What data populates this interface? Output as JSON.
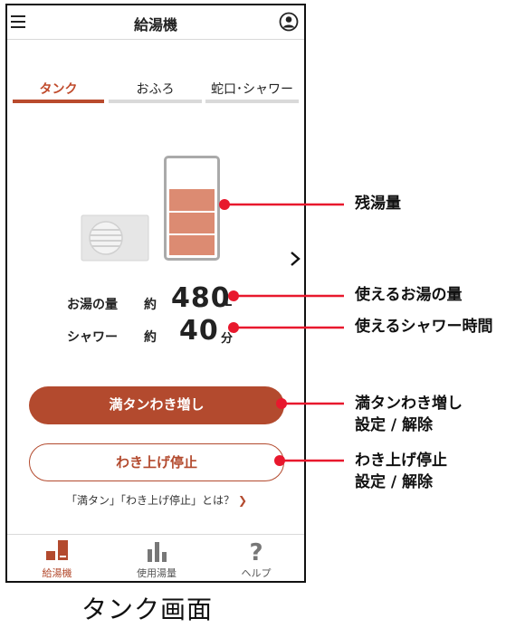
{
  "app": {
    "title": "給湯機"
  },
  "tabs": [
    {
      "label": "タンク",
      "active": true
    },
    {
      "label": "おふろ",
      "active": false
    },
    {
      "label": "蛇口･シャワー",
      "active": false
    }
  ],
  "tank": {
    "remaining_fraction": 0.7
  },
  "stats": {
    "hot_water": {
      "label": "お湯の量",
      "approx": "約",
      "value": "480",
      "unit": "L"
    },
    "shower": {
      "label": "シャワー",
      "approx": "約",
      "value": "40",
      "unit": "分"
    }
  },
  "buttons": {
    "full_tank": "満タンわき増し",
    "stop_heating": "わき上げ停止"
  },
  "help_link": "「満タン」「わき上げ停止」とは？",
  "bottom_nav": [
    {
      "label": "給湯機",
      "active": true
    },
    {
      "label": "使用湯量",
      "active": false
    },
    {
      "label": "ヘルプ",
      "active": false
    }
  ],
  "annotations": {
    "remaining": "残湯量",
    "usable_water": "使えるお湯の量",
    "shower_time": "使えるシャワー時間",
    "full_tank_line1": "満タンわき増し",
    "full_tank_line2": "設定 / 解除",
    "stop_line1": "わき上げ停止",
    "stop_line2": "設定 / 解除"
  },
  "caption": "タンク画面",
  "colors": {
    "accent": "#b34a2e",
    "tank_fill": "#dc8b72",
    "marker": "#e8182d"
  }
}
